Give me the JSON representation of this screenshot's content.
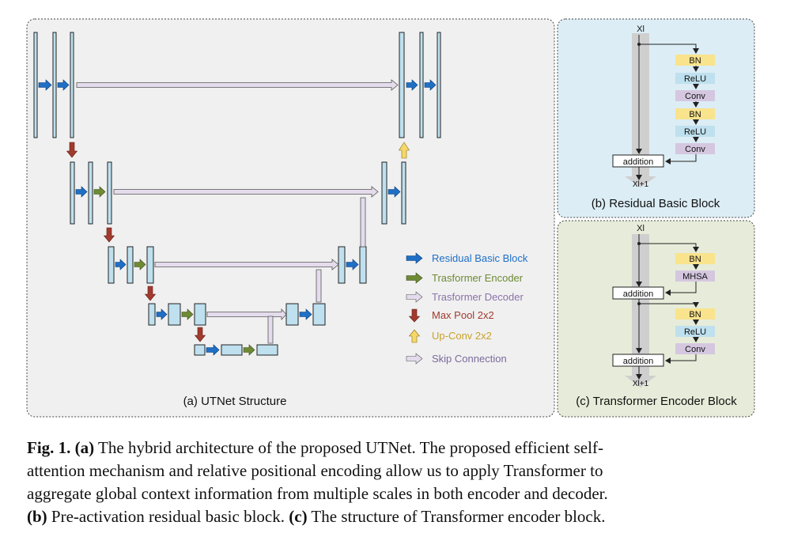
{
  "panels": {
    "a": {
      "title": "(a) UTNet Structure"
    },
    "b": {
      "title": "(b) Residual Basic Block",
      "input_label": "Xl",
      "output_label": "Xl+1",
      "layers": [
        "BN",
        "ReLU",
        "Conv",
        "BN",
        "ReLU",
        "Conv"
      ],
      "addition_label": "addition"
    },
    "c": {
      "title": "(c) Transformer Encoder Block",
      "input_label": "Xl",
      "output_label": "Xl+1",
      "layers_top": [
        "BN",
        "MHSA"
      ],
      "layers_bottom": [
        "BN",
        "ReLU",
        "Conv"
      ],
      "addition_label": "addition"
    }
  },
  "legend": [
    {
      "label": "Residual Basic Block",
      "color": "#1f6fc5",
      "icon": "blue-arrow-icon"
    },
    {
      "label": "Trasformer Encoder",
      "color": "#6e8a35",
      "icon": "green-arrow-icon"
    },
    {
      "label": "Trasformer Decoder",
      "color": "#8a73a8",
      "icon": "lavender-arrow-icon"
    },
    {
      "label": "Max Pool 2x2",
      "color": "#a33a2e",
      "icon": "red-down-arrow-icon"
    },
    {
      "label": "Up-Conv 2x2",
      "color": "#c9a227",
      "icon": "yellow-up-arrow-icon"
    },
    {
      "label": "Skip Connection",
      "color": "#7a6a9a",
      "icon": "light-arrow-icon"
    }
  ],
  "caption": {
    "fig": "Fig. 1.",
    "a": "(a)",
    "t1": " The hybrid architecture of the proposed UTNet. The proposed efficient self-",
    "t2": "attention mechanism and relative positional encoding allow us to apply Transformer to",
    "t3": "aggregate global context information from multiple scales in both encoder and decoder.",
    "b": "(b)",
    "t4": " Pre-activation residual basic block. ",
    "c": "(c)",
    "t5": " The structure of Transformer encoder block."
  },
  "colors": {
    "block_fill": "#bfe0ee",
    "panel_a_bg": "#f0f0f0",
    "panel_b_bg": "#dcedf5",
    "panel_c_bg": "#e6ecd9",
    "bn": "#f9e38c",
    "relu": "#bfe0ee",
    "conv": "#d5c7e0",
    "mhsa": "#d5c7e0"
  }
}
